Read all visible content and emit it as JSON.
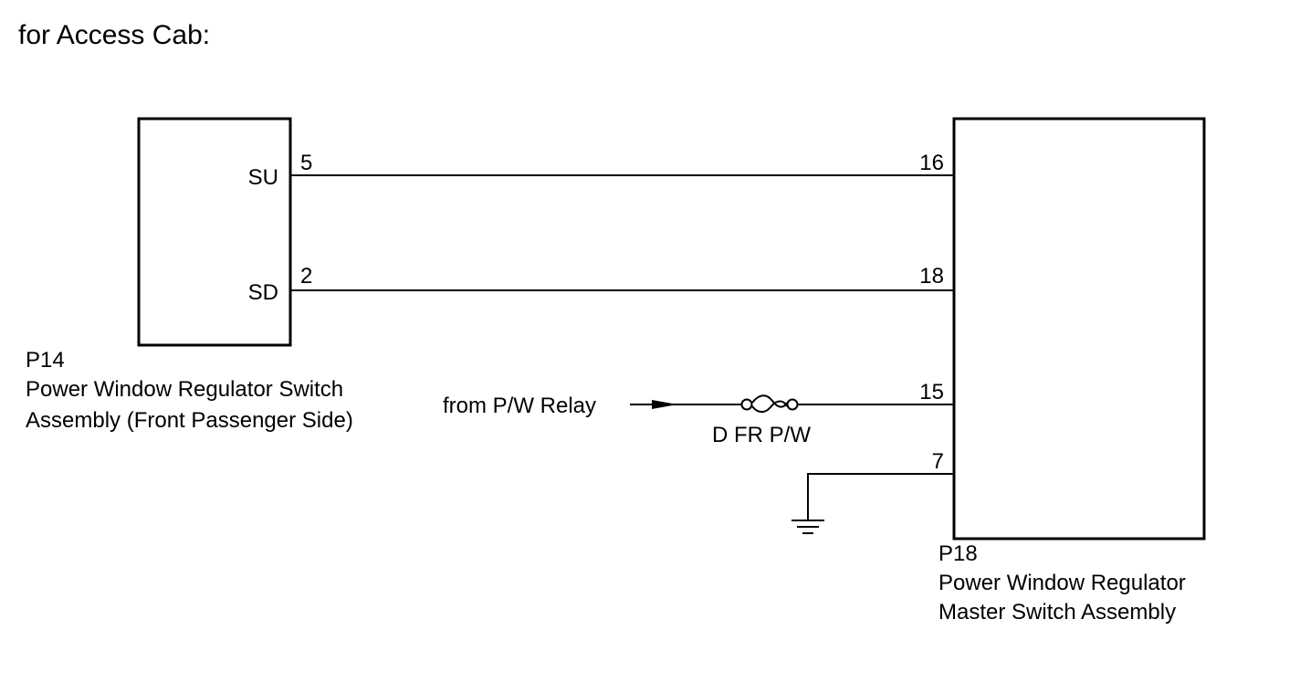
{
  "title": "for Access Cab:",
  "components": {
    "p14": {
      "code": "P14",
      "name_line1": "Power Window Regulator Switch",
      "name_line2": "Assembly (Front Passenger Side)",
      "terminals": [
        {
          "name": "SU",
          "pin": "5"
        },
        {
          "name": "SD",
          "pin": "2"
        }
      ]
    },
    "p18": {
      "code": "P18",
      "name_line1": "Power Window Regulator",
      "name_line2": "Master Switch Assembly",
      "pins": [
        "16",
        "18",
        "15",
        "7"
      ]
    }
  },
  "source": {
    "label": "from P/W Relay"
  },
  "fuse": {
    "label": "D FR P/W"
  },
  "icons": {
    "fuse": "fuse-icon",
    "ground": "ground-icon",
    "arrow": "arrow-right-icon"
  },
  "colors": {
    "line": "#000000",
    "background": "#ffffff"
  }
}
